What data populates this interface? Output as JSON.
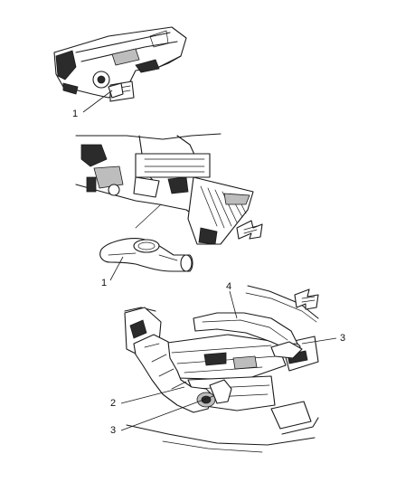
{
  "callouts": {
    "panel1_part": "1",
    "panel2_part": "1",
    "panel3_part2": "2",
    "panel3_part3_lower": "3",
    "panel3_part3_right": "3",
    "panel3_part4": "4"
  },
  "colors": {
    "line": "#1a1a1a",
    "background": "#ffffff"
  }
}
